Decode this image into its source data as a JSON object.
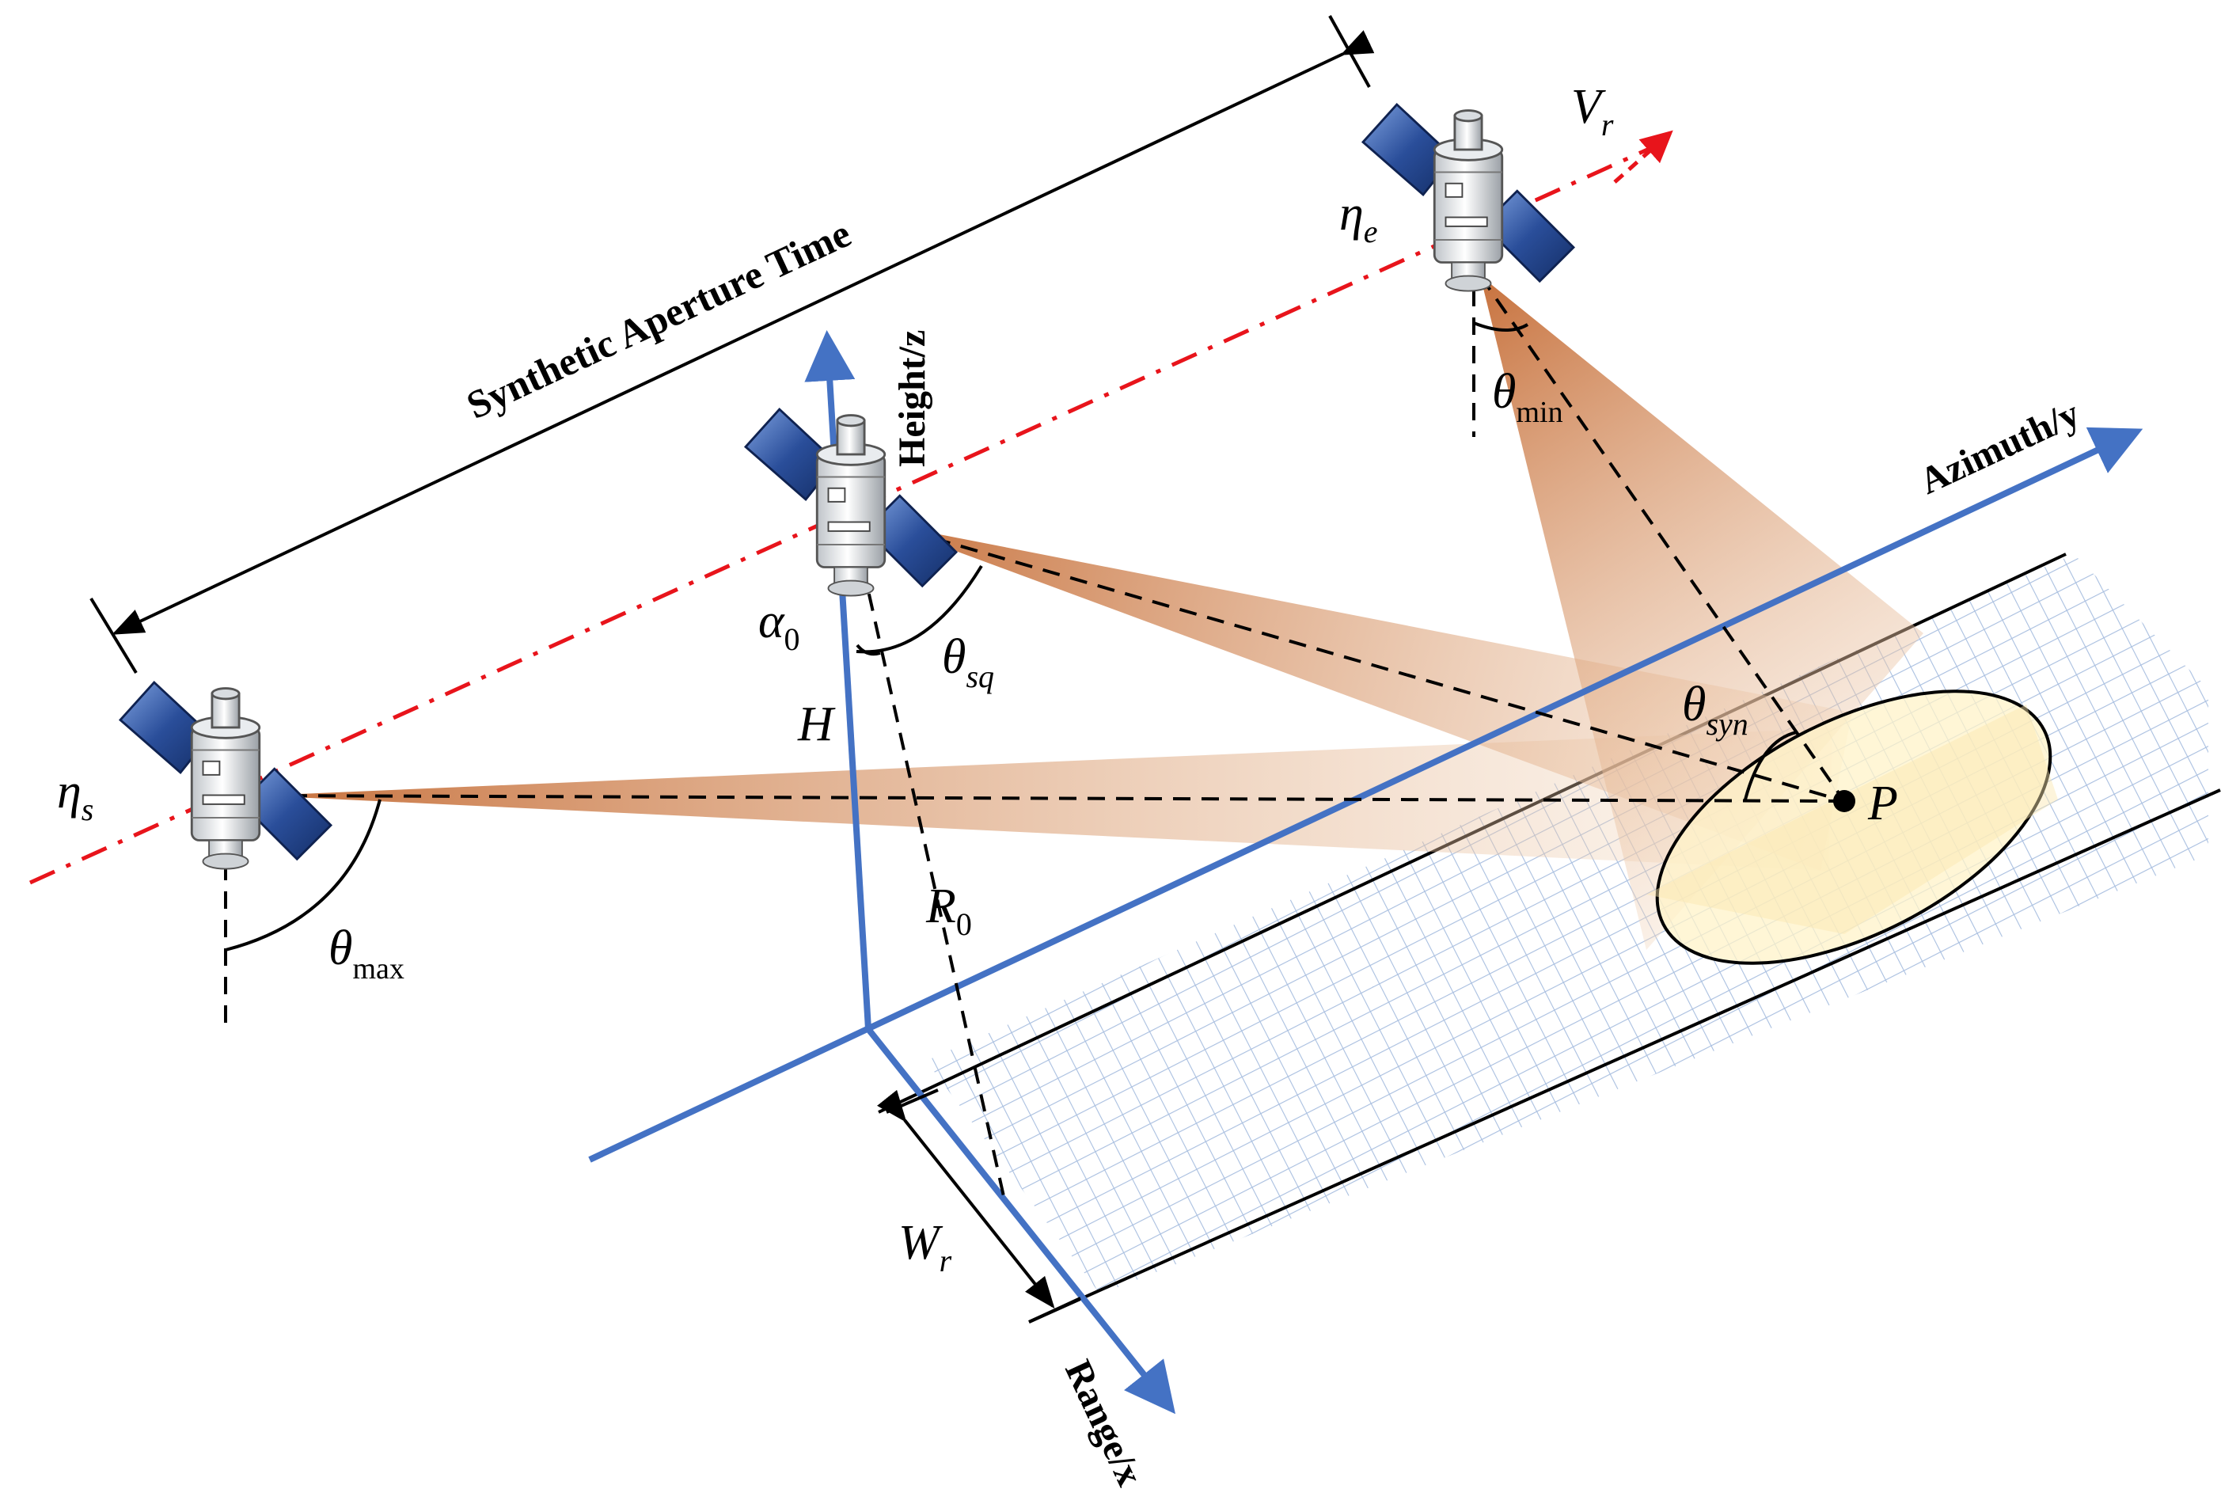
{
  "labels": {
    "synthetic_aperture_time": "Synthetic Aperture Time",
    "height_axis": "Height/z",
    "azimuth_axis": "Azimuth/y",
    "range_axis": "Range/x",
    "vr": {
      "main": "V",
      "sub": "r"
    },
    "eta_s": {
      "main": "η",
      "sub": "s"
    },
    "eta_e": {
      "main": "η",
      "sub": "e"
    },
    "alpha_0": {
      "main": "α",
      "sub": "0"
    },
    "theta_sq": {
      "main": "θ",
      "sub": "sq"
    },
    "theta_min": {
      "main": "θ",
      "sub": "min"
    },
    "theta_max": {
      "main": "θ",
      "sub": "max"
    },
    "theta_syn": {
      "main": "θ",
      "sub": "syn"
    },
    "h": "H",
    "r0": {
      "main": "R",
      "sub": "0"
    },
    "wr": {
      "main": "W",
      "sub": "r"
    },
    "p": "P"
  },
  "colors": {
    "axis_blue": "#4472C4",
    "track_red": "#E8141B",
    "beam_orange": "#D2874F",
    "footprint_fill": "#FFF3C8",
    "grid_blue": "#A9BFE0",
    "panel_blue": "#2A4E9A"
  }
}
